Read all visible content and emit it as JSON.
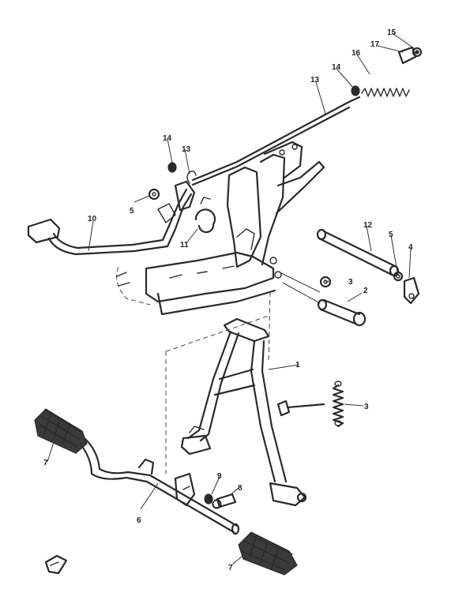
{
  "callouts": {
    "c1": "1",
    "c2": "2",
    "c3a": "3",
    "c3b": "3",
    "c4": "4",
    "c5a": "5",
    "c5b": "5",
    "c6": "6",
    "c7a": "7",
    "c7b": "7",
    "c8": "8",
    "c9": "9",
    "c10": "10",
    "c11": "11",
    "c12": "12",
    "c13a": "13",
    "c13b": "13",
    "c14a": "14",
    "c14b": "14",
    "c15": "15",
    "c16": "16",
    "c17": "17"
  }
}
